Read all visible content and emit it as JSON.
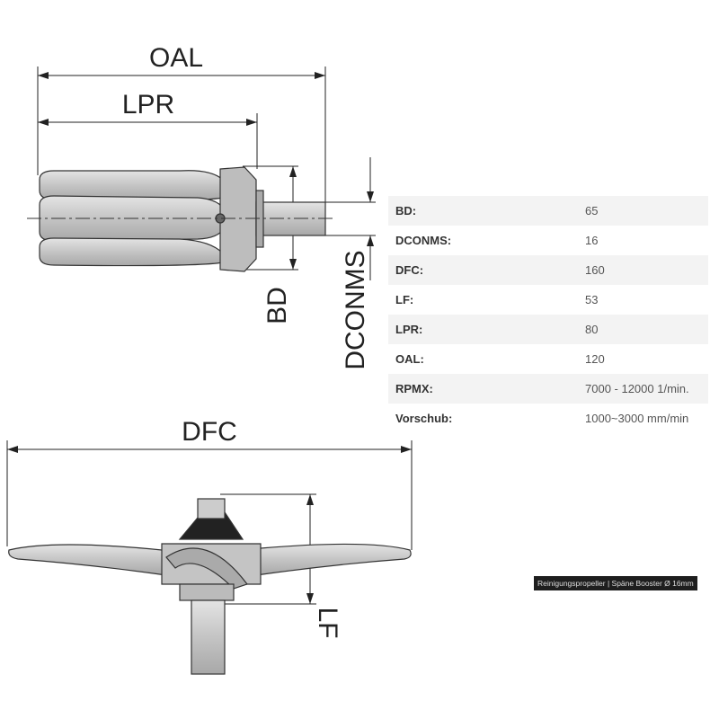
{
  "drawing": {
    "labels": {
      "oal": "OAL",
      "lpr": "LPR",
      "bd": "BD",
      "dconms": "DCONMS",
      "dfc": "DFC",
      "lf": "LF"
    }
  },
  "specs": [
    {
      "key": "BD:",
      "value": "65"
    },
    {
      "key": "DCONMS:",
      "value": "16"
    },
    {
      "key": "DFC:",
      "value": "160"
    },
    {
      "key": "LF:",
      "value": "53"
    },
    {
      "key": "LPR:",
      "value": "80"
    },
    {
      "key": "OAL:",
      "value": "120"
    },
    {
      "key": "RPMX:",
      "value": "7000 - 12000 1/min."
    },
    {
      "key": "Vorschub:",
      "value": "1000~3000 mm/min"
    }
  ],
  "caption": "Reinigungspropeller | Späne Booster Ø 16mm"
}
